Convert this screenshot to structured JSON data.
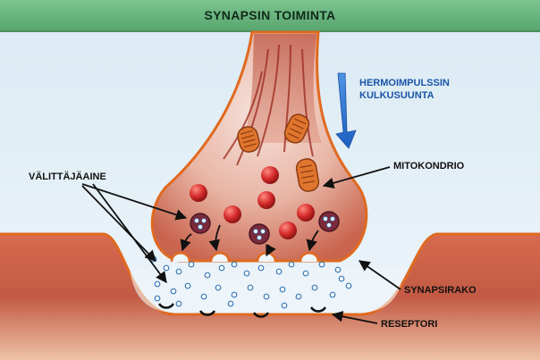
{
  "title": "SYNAPSIN TOIMINTA",
  "labels": {
    "impulse_line1": "HERMOIMPULSSIN",
    "impulse_line2": "KULKUSUUNTA",
    "mitochondrion": "MITOKONDRIO",
    "neurotransmitter": "VÄLITTÄJÄAINE",
    "synaptic_cleft": "SYNAPSIRAKO",
    "receptor": "RESEPTORI"
  },
  "colors": {
    "banner": "#6bb57f",
    "neuron_body": "#d9826a",
    "membrane": "#e06a1f",
    "vesicle": "#d42a2a",
    "impulse_arrow": "#2a6fd0",
    "cleft_fill": "#eef5fa",
    "molecule": "#3a7ab8"
  },
  "icons": [
    "arrow-down-icon",
    "mitochondrion-icon",
    "vesicle-icon",
    "receptor-icon",
    "molecule-icon"
  ]
}
